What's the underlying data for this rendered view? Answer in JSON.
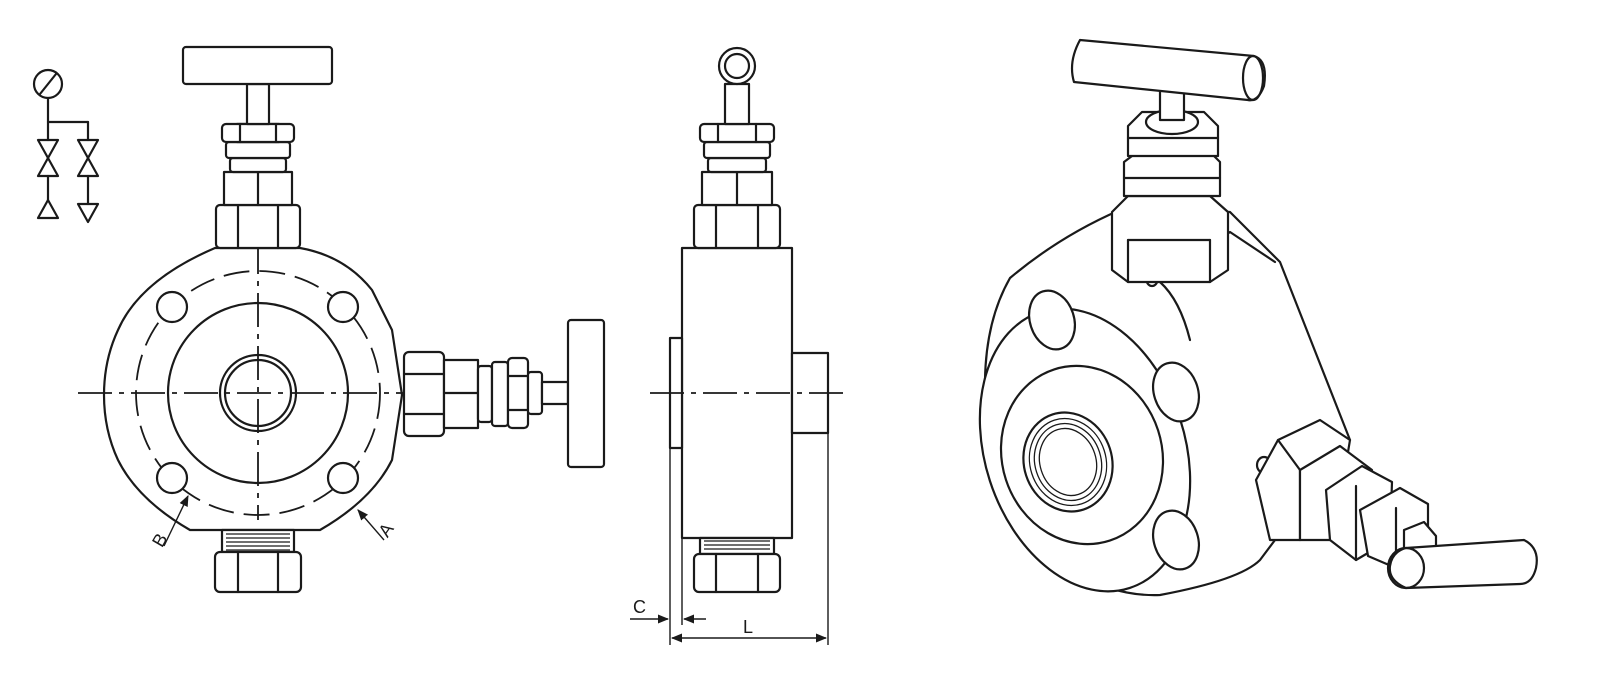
{
  "figure": {
    "dimension_labels": {
      "A": "A",
      "B": "B",
      "C": "C",
      "L": "L"
    },
    "views": [
      "schematic-symbol",
      "front-view",
      "side-view",
      "isometric-view"
    ],
    "line_color": "#1a1a1a",
    "background": "#ffffff"
  }
}
